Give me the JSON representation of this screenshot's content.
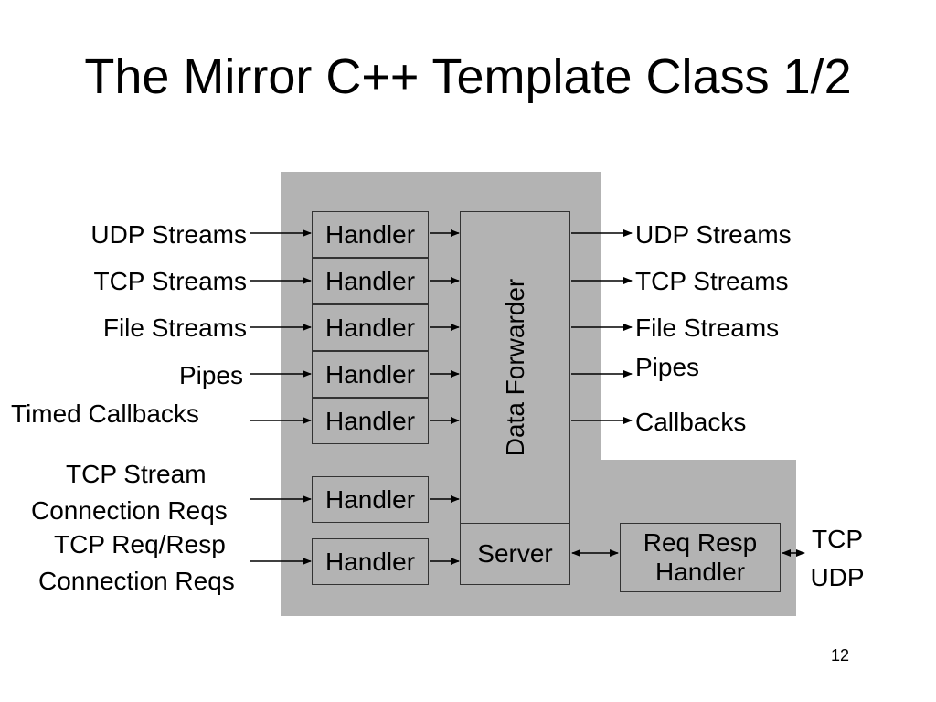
{
  "title": "The Mirror C++ Template Class 1/2",
  "inputs": {
    "udp": "UDP Streams",
    "tcp": "TCP Streams",
    "file": "File Streams",
    "pipes": "Pipes",
    "timed": "Timed Callbacks",
    "tcp_conn_line1": "TCP Stream",
    "tcp_conn_line2": "Connection Reqs",
    "reqresp_line1": "TCP Req/Resp",
    "reqresp_line2": "Connection Reqs"
  },
  "handler_label": "Handler",
  "data_forwarder": "Data Forwarder",
  "server": "Server",
  "req_resp_handler": {
    "line1": "Req Resp",
    "line2": "Handler"
  },
  "outputs": {
    "udp": "UDP Streams",
    "tcp": "TCP Streams",
    "file": "File Streams",
    "pipes": "Pipes",
    "callbacks": "Callbacks"
  },
  "protocols": {
    "tcp": "TCP",
    "udp": "UDP"
  },
  "page_number": "12",
  "colors": {
    "background": "#ffffff",
    "panel": "#b3b3b3",
    "border": "#333333",
    "text": "#000000"
  }
}
